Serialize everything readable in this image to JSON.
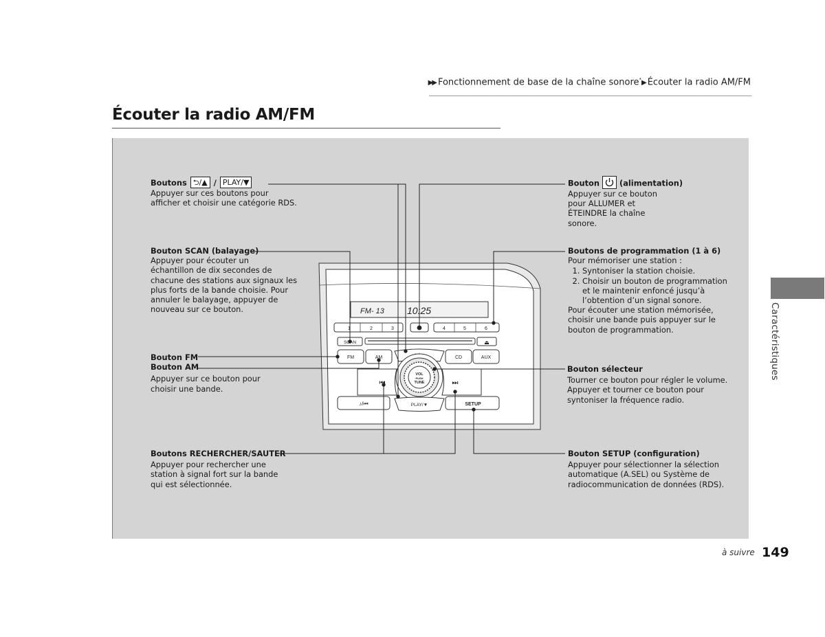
{
  "header": {
    "breadcrumb_part1": "Fonctionnement de base de la chaîne sonore",
    "breadcrumb_mark": "*",
    "breadcrumb_part2": "Écouter la radio AM/FM"
  },
  "title": "Écouter la radio AM/FM",
  "callouts": {
    "category": {
      "label_pre": "Boutons",
      "key1": "⮌/▲",
      "separator": "/",
      "key2": "PLAY/▼",
      "body": "Appuyer sur ces boutons pour\nafficher et choisir une catégorie RDS."
    },
    "power": {
      "label_pre": "Bouton",
      "label_post": "(alimentation)",
      "body": "Appuyer sur ce bouton\npour ALLUMER et\nÉTEINDRE la chaîne\nsonore."
    },
    "scan": {
      "label": "Bouton SCAN (balayage)",
      "body": "Appuyer pour écouter un\néchantillon de dix secondes de\nchacune des stations aux signaux les\nplus forts de la bande choisie. Pour\nannuler le balayage, appuyer de\nnouveau sur ce bouton."
    },
    "preset": {
      "label": "Boutons de programmation (1 à 6)",
      "intro": "Pour mémoriser une station :",
      "steps": [
        "Syntoniser la station choisie.",
        "Choisir un bouton de programmation et le maintenir enfoncé jusqu’à l’obtention d’un signal sonore."
      ],
      "body": "Pour écouter une station mémorisée,\nchoisir une bande puis appuyer sur le\nbouton de programmation."
    },
    "band": {
      "label_fm": "Bouton FM",
      "label_am": "Bouton AM",
      "body": "Appuyer sur ce bouton pour\nchoisir une bande."
    },
    "selector": {
      "label": "Bouton sélecteur",
      "body": "Tourner ce bouton pour régler le volume.\nAppuyer et tourner ce bouton pour\nsyntoniser la fréquence radio."
    },
    "seek": {
      "label": "Boutons RECHERCHER/SAUTER",
      "body": "Appuyer pour rechercher une\nstation à signal fort sur la bande\nqui est sélectionnée."
    },
    "setup": {
      "label": "Bouton SETUP (configuration)",
      "body": "Appuyer pour sélectionner la sélection\nautomatique (A.SEL) ou Système de\nradiocommunication de données (RDS)."
    }
  },
  "unit": {
    "display_band": "FM- 13",
    "display_time": "10:25",
    "presets": [
      "1",
      "2",
      "3",
      "4",
      "5",
      "6"
    ],
    "scan": "SCAN",
    "fm": "FM",
    "am": "AM",
    "cd": "CD",
    "aux": "AUX",
    "setup": "SETUP",
    "play": "PLAY/▼",
    "knob": [
      "VOL",
      "PUSH",
      "TUNE"
    ],
    "skip_back": "⏮",
    "skip_fwd": "⏭",
    "eject": "⏏",
    "back_up": "⮌/▲",
    "music_skip": "♪/⏮"
  },
  "sidebar_label": "Caractéristiques",
  "footer": {
    "continue": "à suivre",
    "page_number": "149"
  }
}
